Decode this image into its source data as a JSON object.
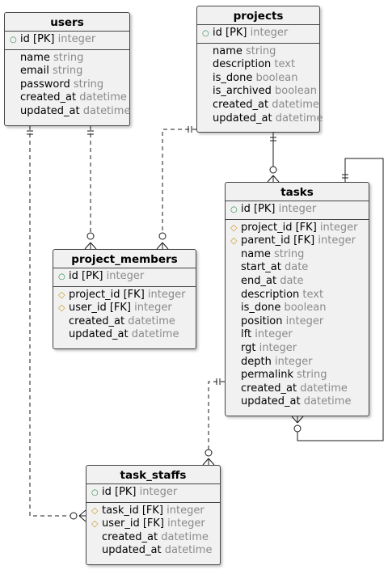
{
  "entities": {
    "users": {
      "title": "users",
      "pk": [
        {
          "name": "id [PK]",
          "type": "integer"
        }
      ],
      "fields": [
        {
          "name": "name",
          "type": "string"
        },
        {
          "name": "email",
          "type": "string"
        },
        {
          "name": "password",
          "type": "string"
        },
        {
          "name": "created_at",
          "type": "datetime"
        },
        {
          "name": "updated_at",
          "type": "datetime"
        }
      ]
    },
    "projects": {
      "title": "projects",
      "pk": [
        {
          "name": "id [PK]",
          "type": "integer"
        }
      ],
      "fields": [
        {
          "name": "name",
          "type": "string"
        },
        {
          "name": "description",
          "type": "text"
        },
        {
          "name": "is_done",
          "type": "boolean"
        },
        {
          "name": "is_archived",
          "type": "boolean"
        },
        {
          "name": "created_at",
          "type": "datetime"
        },
        {
          "name": "updated_at",
          "type": "datetime"
        }
      ]
    },
    "project_members": {
      "title": "project_members",
      "pk": [
        {
          "name": "id [PK]",
          "type": "integer"
        }
      ],
      "fields": [
        {
          "name": "project_id [FK]",
          "type": "integer",
          "fk": true
        },
        {
          "name": "user_id [FK]",
          "type": "integer",
          "fk": true
        },
        {
          "name": "created_at",
          "type": "datetime"
        },
        {
          "name": "updated_at",
          "type": "datetime"
        }
      ]
    },
    "tasks": {
      "title": "tasks",
      "pk": [
        {
          "name": "id [PK]",
          "type": "integer"
        }
      ],
      "fields": [
        {
          "name": "project_id [FK]",
          "type": "integer",
          "fk": true
        },
        {
          "name": "parent_id [FK]",
          "type": "integer",
          "fk": true
        },
        {
          "name": "name",
          "type": "string"
        },
        {
          "name": "start_at",
          "type": "date"
        },
        {
          "name": "end_at",
          "type": "date"
        },
        {
          "name": "description",
          "type": "text"
        },
        {
          "name": "is_done",
          "type": "boolean"
        },
        {
          "name": "position",
          "type": "integer"
        },
        {
          "name": "lft",
          "type": "integer"
        },
        {
          "name": "rgt",
          "type": "integer"
        },
        {
          "name": "depth",
          "type": "integer"
        },
        {
          "name": "permalink",
          "type": "string"
        },
        {
          "name": "created_at",
          "type": "datetime"
        },
        {
          "name": "updated_at",
          "type": "datetime"
        }
      ]
    },
    "task_staffs": {
      "title": "task_staffs",
      "pk": [
        {
          "name": "id [PK]",
          "type": "integer"
        }
      ],
      "fields": [
        {
          "name": "task_id [FK]",
          "type": "integer",
          "fk": true
        },
        {
          "name": "user_id [FK]",
          "type": "integer",
          "fk": true
        },
        {
          "name": "created_at",
          "type": "datetime"
        },
        {
          "name": "updated_at",
          "type": "datetime"
        }
      ]
    }
  },
  "relationships": [
    {
      "from": "users",
      "to": "project_members",
      "from_card": "one",
      "to_card": "zero-or-many",
      "style": "dashed"
    },
    {
      "from": "projects",
      "to": "project_members",
      "from_card": "one",
      "to_card": "zero-or-many",
      "style": "dashed"
    },
    {
      "from": "projects",
      "to": "tasks",
      "from_card": "one",
      "to_card": "zero-or-many",
      "style": "solid"
    },
    {
      "from": "tasks",
      "to": "tasks",
      "from_card": "one",
      "to_card": "zero-or-many",
      "style": "solid"
    },
    {
      "from": "tasks",
      "to": "task_staffs",
      "from_card": "one",
      "to_card": "zero-or-many",
      "style": "dashed"
    },
    {
      "from": "users",
      "to": "task_staffs",
      "from_card": "one",
      "to_card": "zero-or-many",
      "style": "dashed"
    }
  ],
  "colors": {
    "entity_bg": "#f1f1f1",
    "border": "#454545",
    "type_text": "#8a8a8a",
    "pk_marker": "#2a8a4a",
    "fk_marker": "#c79a28",
    "line": "#1a1a1a"
  },
  "icons": {
    "pk_marker": "circle-marker",
    "fk_marker": "diamond-marker"
  }
}
